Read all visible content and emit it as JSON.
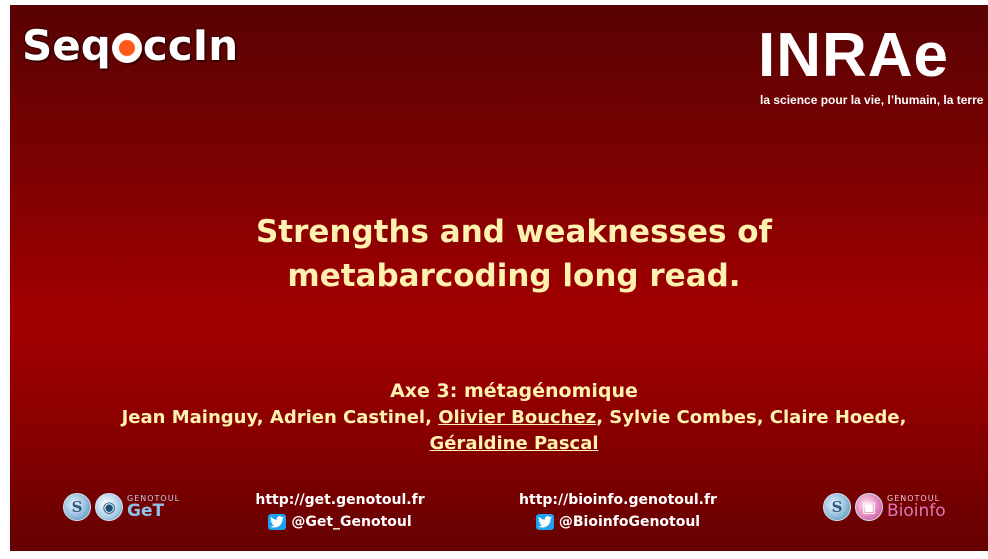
{
  "header": {
    "left_logo": {
      "text_before": "Seq",
      "ring_letter": "O",
      "text_after": "ccIn"
    },
    "right_logo": {
      "text": "INRAe",
      "tagline": "la science pour la vie, l’humain, la terre"
    }
  },
  "slide": {
    "title_line1": "Strengths and weaknesses of",
    "title_line2": "metabarcoding long read.",
    "axe": "Axe 3: métagénomique",
    "authors": {
      "a1": "Jean Mainguy",
      "a2": "Adrien Castinel",
      "a3": "Olivier Bouchez",
      "a4": "Sylvie Combes",
      "a5": "Claire Hoede",
      "a6": "Géraldine Pascal",
      "sep": ", ",
      "end": ","
    }
  },
  "footer": {
    "get": {
      "url": "http://get.genotoul.fr",
      "twitter": "@Get_Genotoul"
    },
    "bioinfo": {
      "url": "http://bioinfo.genotoul.fr",
      "twitter": "@BioinfoGenotoul"
    },
    "logo_get": {
      "small": "GENOTOUL",
      "big": "GeT"
    },
    "logo_bioinfo": {
      "small": "GENOTOUL",
      "big": "Bioinfo"
    }
  },
  "colors": {
    "title_yellow": "#fff2b0",
    "bg_red": "#a30000",
    "twitter_blue": "#1da1f2"
  }
}
